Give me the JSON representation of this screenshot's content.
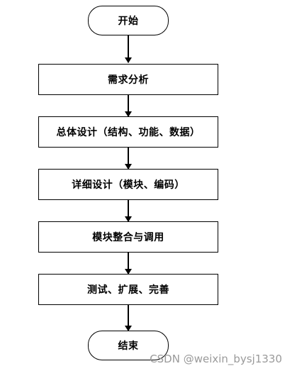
{
  "flowchart": {
    "start": "开始",
    "steps": [
      "需求分析",
      "总体设计（结构、功能、数据）",
      "详细设计（模块、编码）",
      "模块整合与调用",
      "测试、扩展、完善"
    ],
    "end": "结束"
  },
  "watermark": "CSDN @weixin_bysj1330"
}
